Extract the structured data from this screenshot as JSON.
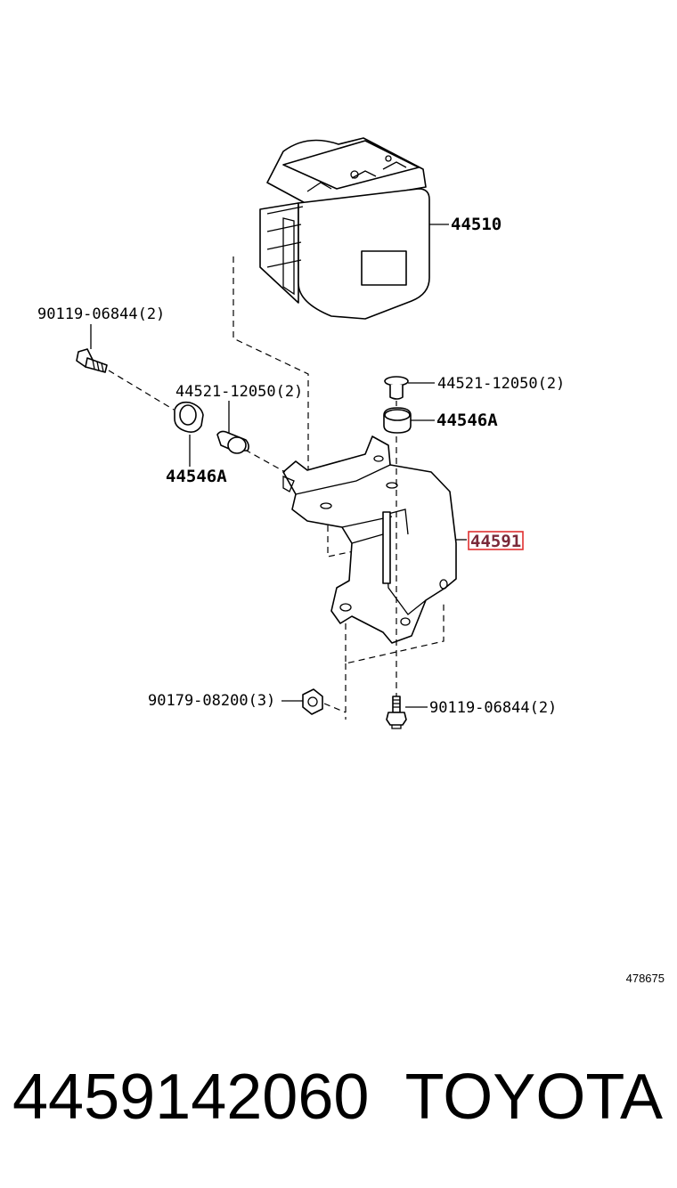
{
  "parts": {
    "p44510": "44510",
    "bolt_upper_left": "90119-06844(2)",
    "collar_left": "44521-12050(2)",
    "grommet_left": "44546A",
    "collar_right": "44521-12050(2)",
    "grommet_right": "44546A",
    "bracket_highlighted": "44591",
    "nut_lower": "90179-08200(3)",
    "bolt_lower_right": "90119-06844(2)"
  },
  "highlight_color": "#e03030",
  "illustration_id": "478675",
  "footer": {
    "part_number": "4459142060",
    "brand": "TOYOTA"
  }
}
